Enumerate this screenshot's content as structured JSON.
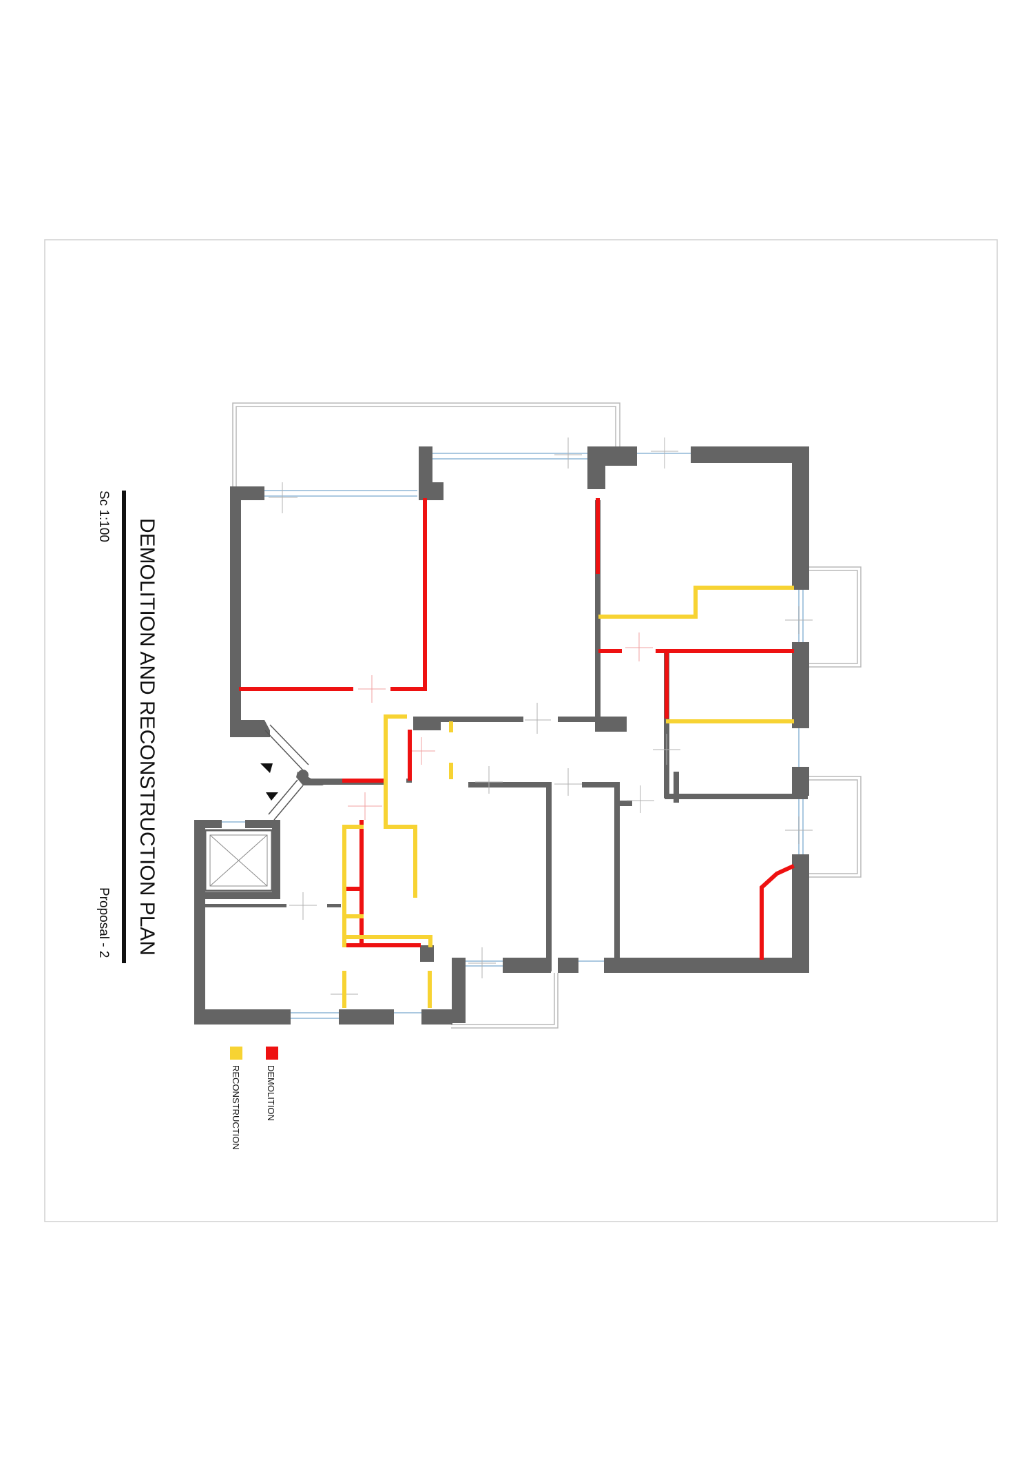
{
  "drawing": {
    "title": "DEMOLITION AND RECONSTRUCTION PLAN",
    "scale": "Sc 1:100",
    "proposal": "Proposal - 2"
  },
  "legend": {
    "items": [
      {
        "label": "DEMOLITION",
        "color": "#ee1111"
      },
      {
        "label": "RECONSTRUCTION",
        "color": "#f7d333"
      }
    ]
  },
  "colors": {
    "wall": "#646464",
    "demolition": "#ee1111",
    "reconstruction": "#f7d333",
    "sheet_border": "#d0d0d0",
    "window": "#aac8e0"
  }
}
